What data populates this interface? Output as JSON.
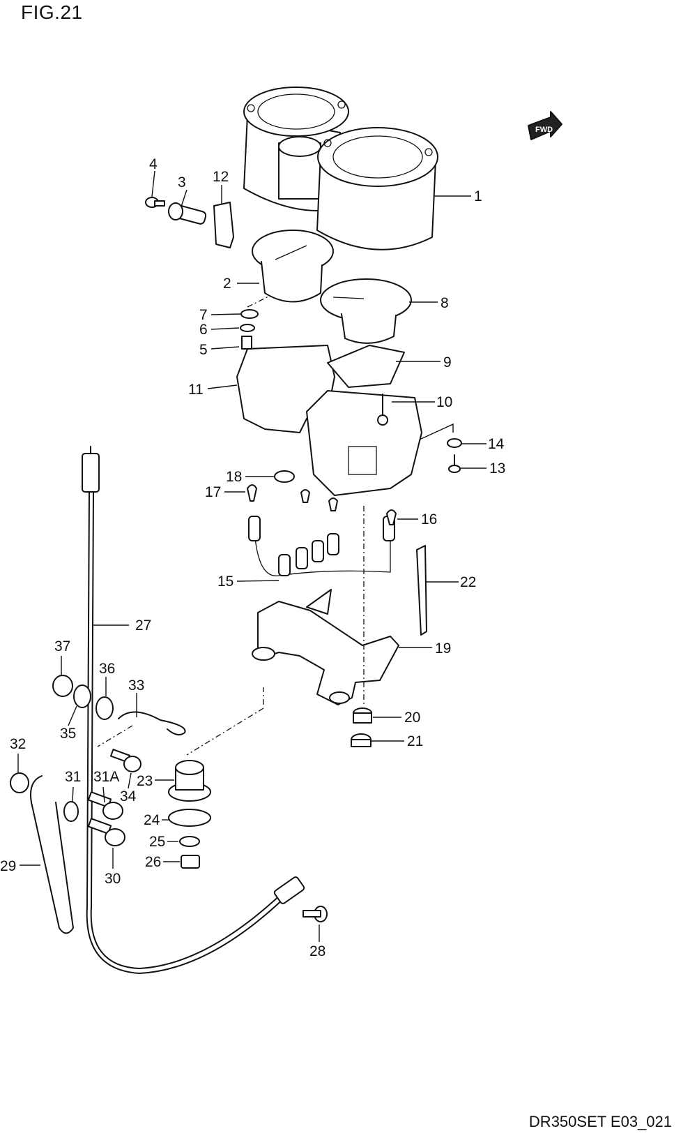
{
  "figure": {
    "title": "FIG.21",
    "code": "DR350SET E03_021"
  },
  "fwd_label": "FWD",
  "callouts": [
    {
      "id": "c1",
      "label": "1"
    },
    {
      "id": "c2",
      "label": "2"
    },
    {
      "id": "c3",
      "label": "3"
    },
    {
      "id": "c4",
      "label": "4"
    },
    {
      "id": "c5",
      "label": "5"
    },
    {
      "id": "c6",
      "label": "6"
    },
    {
      "id": "c7",
      "label": "7"
    },
    {
      "id": "c8",
      "label": "8"
    },
    {
      "id": "c9",
      "label": "9"
    },
    {
      "id": "c10",
      "label": "10"
    },
    {
      "id": "c11",
      "label": "11"
    },
    {
      "id": "c12",
      "label": "12"
    },
    {
      "id": "c13",
      "label": "13"
    },
    {
      "id": "c14",
      "label": "14"
    },
    {
      "id": "c15",
      "label": "15"
    },
    {
      "id": "c16",
      "label": "16"
    },
    {
      "id": "c17",
      "label": "17"
    },
    {
      "id": "c18",
      "label": "18"
    },
    {
      "id": "c19",
      "label": "19"
    },
    {
      "id": "c20",
      "label": "20"
    },
    {
      "id": "c21",
      "label": "21"
    },
    {
      "id": "c22",
      "label": "22"
    },
    {
      "id": "c23",
      "label": "23"
    },
    {
      "id": "c24",
      "label": "24"
    },
    {
      "id": "c25",
      "label": "25"
    },
    {
      "id": "c26",
      "label": "26"
    },
    {
      "id": "c27",
      "label": "27"
    },
    {
      "id": "c28",
      "label": "28"
    },
    {
      "id": "c29",
      "label": "29"
    },
    {
      "id": "c30",
      "label": "30"
    },
    {
      "id": "c31",
      "label": "31"
    },
    {
      "id": "c31a",
      "label": "31A"
    },
    {
      "id": "c32",
      "label": "32"
    },
    {
      "id": "c33",
      "label": "33"
    },
    {
      "id": "c34",
      "label": "34"
    },
    {
      "id": "c35",
      "label": "35"
    },
    {
      "id": "c36",
      "label": "36"
    },
    {
      "id": "c37",
      "label": "37"
    }
  ]
}
